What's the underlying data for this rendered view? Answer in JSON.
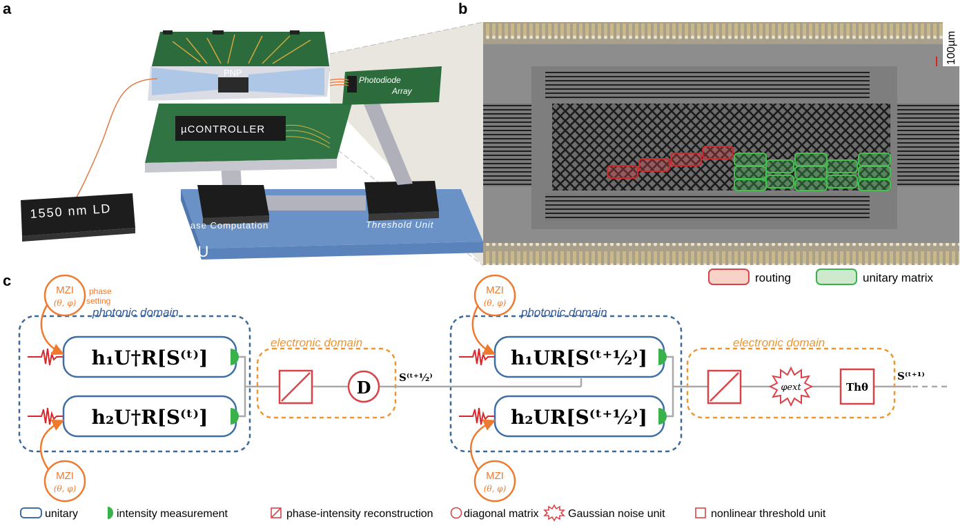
{
  "panels": {
    "a": "a",
    "b": "b",
    "c": "c"
  },
  "panel_a": {
    "pnp": "PNP",
    "photodiode_line1": "Photodiode",
    "photodiode_line2": "Array",
    "controller": "µCONTROLLER",
    "laser": "1550 nm LD",
    "phase_computation": "Phase Computation",
    "threshold_unit": "Threshold Unit",
    "cpu": "CPU"
  },
  "panel_b": {
    "scale": "100µm",
    "legend_routing": "routing",
    "legend_unitary": "unitary matrix"
  },
  "panel_c": {
    "mzi": "MZI",
    "mzi_params": "(θ, φ)",
    "phase_setting_1": "phase",
    "phase_setting_2": "setting",
    "photonic_domain": "photonic domain",
    "electronic_domain": "electronic domain",
    "block_h1_left": "h₁U†R[S⁽ᵗ⁾]",
    "block_h2_left": "h₂U†R[S⁽ᵗ⁾]",
    "block_h1_right": "h₁UR[S⁽ᵗ⁺½⁾]",
    "block_h2_right": "h₂UR[S⁽ᵗ⁺½⁾]",
    "diag": "D",
    "state_half": "S⁽ᵗ⁺½⁾",
    "noise": "φext",
    "threshold": "Thθ",
    "state_next": "S⁽ᵗ⁺¹⁾"
  },
  "legend": {
    "unitary": "unitary",
    "intensity": "intensity measurement",
    "reconstruction": "phase-intensity reconstruction",
    "diagonal": "diagonal matrix",
    "noise": "Gaussian noise unit",
    "threshold": "nonlinear threshold unit"
  },
  "colors": {
    "orange": "#ee7a30",
    "blue_block": "#3e6ea3",
    "blue_dash": "#3c6897",
    "red": "#d94347",
    "green": "#3ab14a",
    "pcb_green": "#2d6e3c",
    "cpu_blue": "#5f88c1"
  }
}
